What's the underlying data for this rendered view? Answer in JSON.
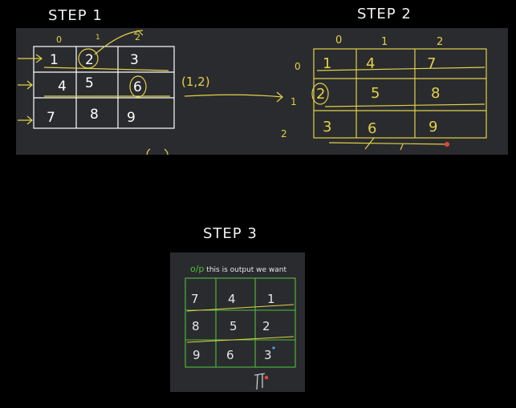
{
  "titles": {
    "step1": "STEP 1",
    "step2": "STEP 2",
    "step3": "STEP 3"
  },
  "step1": {
    "col_marks": [
      "0",
      "1",
      "2"
    ],
    "grid": [
      [
        "1",
        "2",
        "3"
      ],
      [
        "4",
        "5",
        "6"
      ],
      [
        "7",
        "8",
        "9"
      ]
    ],
    "annotation": "(1,2)"
  },
  "step2": {
    "col_marks": [
      "0",
      "1",
      "2"
    ],
    "row_marks": [
      "0",
      "1",
      "2"
    ],
    "grid": [
      [
        "1",
        "4",
        "7"
      ],
      [
        "2",
        "5",
        "8"
      ],
      [
        "3",
        "6",
        "9"
      ]
    ]
  },
  "step3": {
    "caption_prefix": "o/p",
    "caption": "this is output we want",
    "grid": [
      [
        "7",
        "4",
        "1"
      ],
      [
        "8",
        "5",
        "2"
      ],
      [
        "9",
        "6",
        "3"
      ]
    ]
  },
  "colors": {
    "ink_step1": "#ffffff",
    "ink_yellow": "#e1d24a",
    "ink_green": "#4fbf3c",
    "panel": "#2a2b2e",
    "dot": "#e0453e"
  }
}
